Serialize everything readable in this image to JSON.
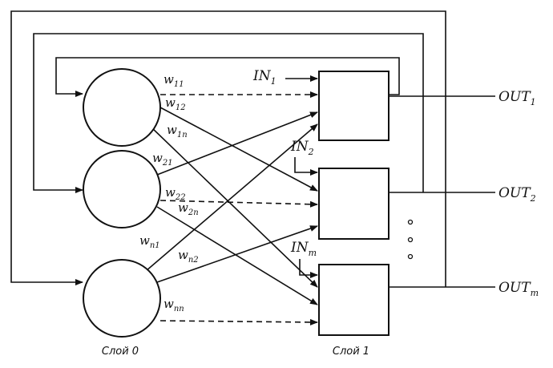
{
  "diagram": {
    "layer0_caption": "Слой 0",
    "layer1_caption": "Слой 1",
    "weights": [
      {
        "main": "w",
        "sub": "11"
      },
      {
        "main": "w",
        "sub": "12"
      },
      {
        "main": "w",
        "sub": "1n"
      },
      {
        "main": "w",
        "sub": "21"
      },
      {
        "main": "w",
        "sub": "22"
      },
      {
        "main": "w",
        "sub": "2n"
      },
      {
        "main": "w",
        "sub": "n1"
      },
      {
        "main": "w",
        "sub": "n2"
      },
      {
        "main": "w",
        "sub": "nn"
      }
    ],
    "inputs": [
      {
        "main": "IN",
        "sub": "1"
      },
      {
        "main": "IN",
        "sub": "2"
      },
      {
        "main": "IN",
        "sub": "m"
      }
    ],
    "outputs": [
      {
        "main": "OUT",
        "sub": "1"
      },
      {
        "main": "OUT",
        "sub": "2"
      },
      {
        "main": "OUT",
        "sub": "m"
      }
    ]
  }
}
